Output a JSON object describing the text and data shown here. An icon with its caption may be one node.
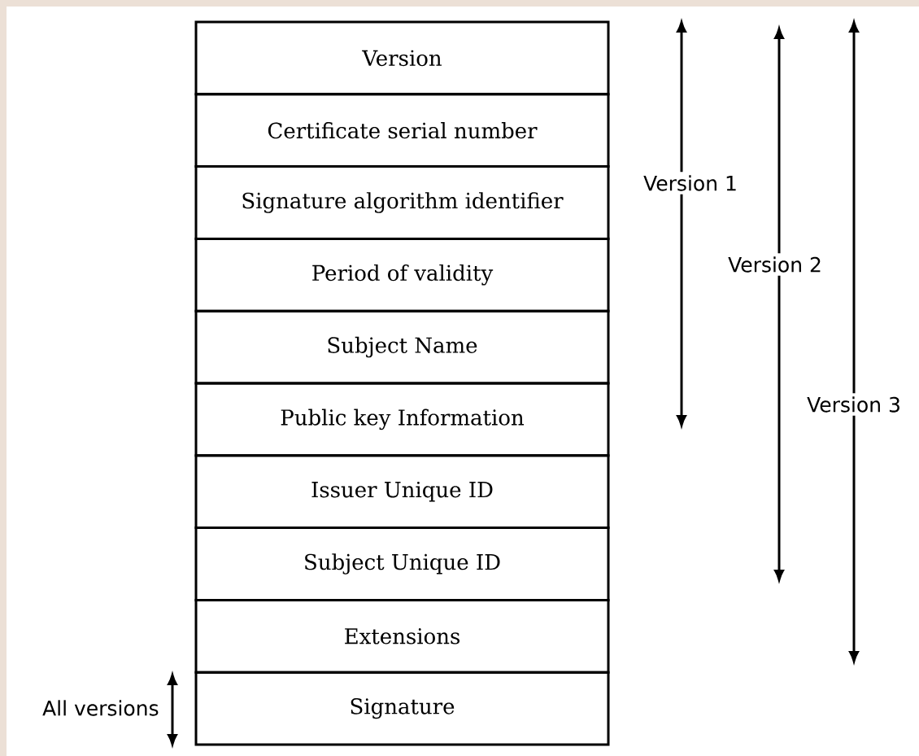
{
  "diagram": {
    "nodes": [
      {
        "text": [
          "Version"
        ]
      },
      {
        "text": [
          "Certificate serial number"
        ]
      },
      {
        "text": [
          "Signature algorithm identifier"
        ]
      },
      {
        "text": [
          "Period of validity"
        ]
      },
      {
        "text": [
          "Subject Name"
        ]
      },
      {
        "text": [
          "Public key Information"
        ]
      },
      {
        "text": [
          "Issuer Unique ID"
        ]
      },
      {
        "text": [
          "Subject Unique ID"
        ]
      },
      {
        "text": [
          "Extensions"
        ]
      },
      {
        "text": [
          "Signature"
        ]
      }
    ],
    "labels": [
      "Version 1",
      "Version 2",
      "Version 3",
      "All versions"
    ]
  }
}
